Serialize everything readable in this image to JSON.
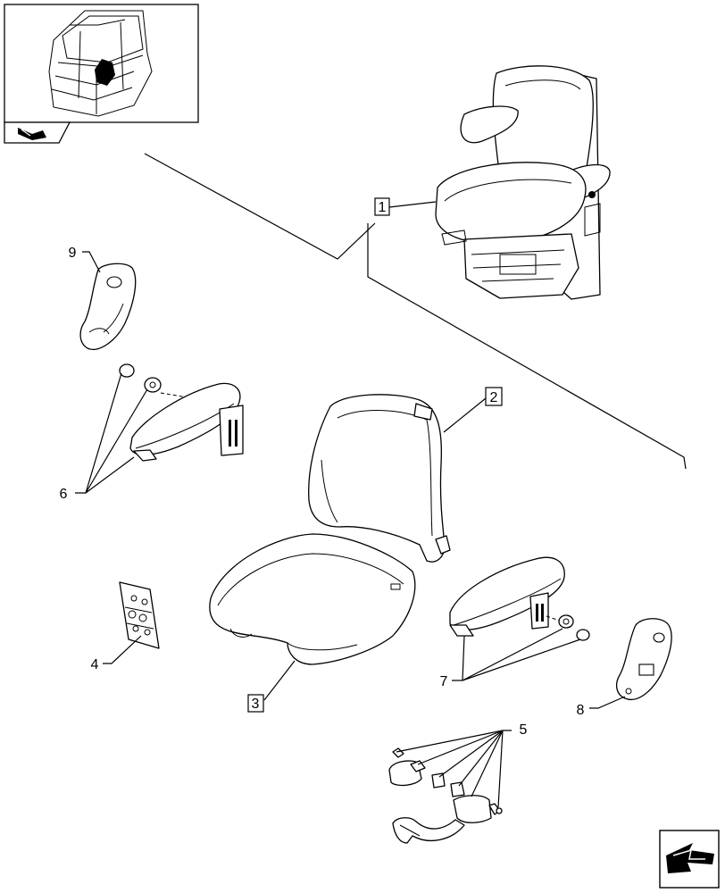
{
  "callouts": {
    "c1": "1",
    "c2": "2",
    "c3": "3",
    "c4": "4",
    "c5": "5",
    "c6": "6",
    "c7": "7",
    "c8": "8",
    "c9": "9"
  },
  "icons": {
    "thumbnail": "tractor-cab-thumbnail-icon",
    "nav_small": "arrow-right-icon",
    "nav_large": "next-page-arrow-icon"
  }
}
